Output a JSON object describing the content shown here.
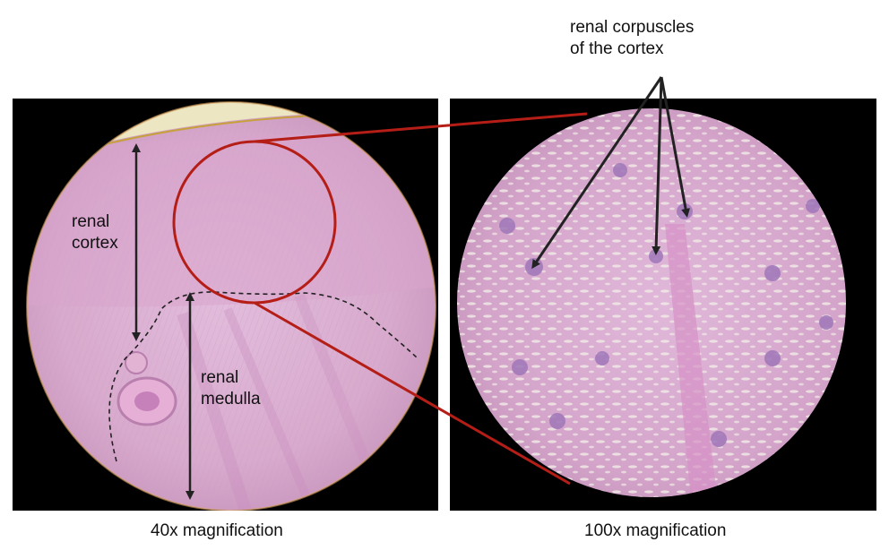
{
  "labels": {
    "renal_cortex": [
      "renal",
      "cortex"
    ],
    "renal_medulla": [
      "renal",
      "medulla"
    ],
    "renal_corpuscles": [
      "renal corpuscles",
      "of the cortex"
    ]
  },
  "captions": {
    "left": "40x magnification",
    "right": "100x magnification"
  },
  "colors": {
    "background": "#000000",
    "tissue_pink": "#d8a9cf",
    "tissue_light": "#e8c6df",
    "stain_purple": "#9a6fb3",
    "highlight_red": "#b51e17",
    "arrow_black": "#222222"
  }
}
